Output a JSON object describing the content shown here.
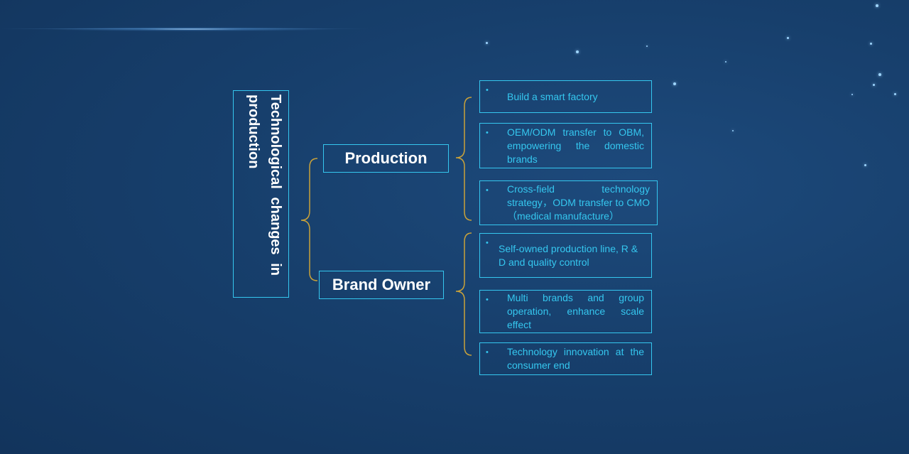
{
  "root": {
    "title": "Technological changes in production"
  },
  "branches": [
    {
      "label": "Production",
      "items": [
        "Build a smart factory",
        "OEM/ODM transfer to OBM, empowering the domestic brands",
        "Cross-field technology strategy，ODM transfer to CMO（medical manufacture）"
      ]
    },
    {
      "label": "Brand Owner",
      "items": [
        "Self-owned production line, R & D and quality control",
        "Multi brands and group operation, enhance scale effect",
        "Technology innovation at the consumer end"
      ]
    }
  ],
  "bullet": "•",
  "colors": {
    "accent": "#35c7ef",
    "bracket": "#c9a23a",
    "background": "#173f6c",
    "text": "#ffffff"
  }
}
